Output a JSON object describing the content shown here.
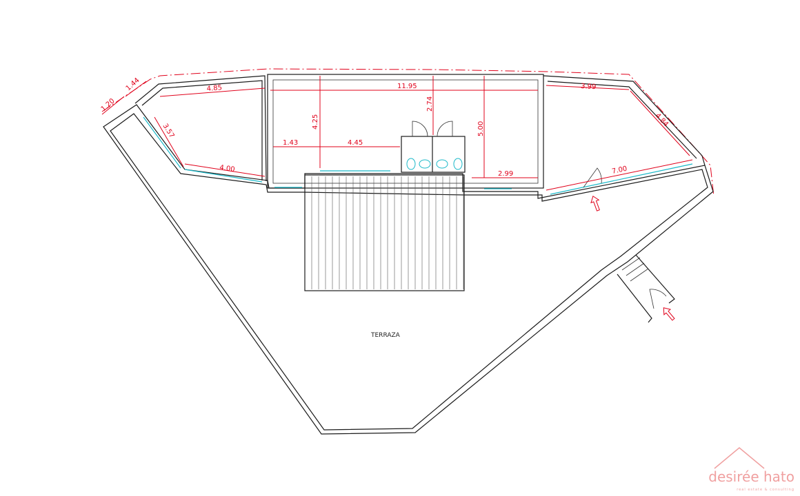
{
  "colors": {
    "wall": "#1a1a1a",
    "dimension": "#e0001a",
    "glass": "#19b8c8",
    "logo": "#f0a0a0",
    "background": "#ffffff"
  },
  "plan": {
    "terrace_label": "TERRAZA",
    "dimensions": {
      "d_120": "1.20",
      "d_144": "1.44",
      "d_485": "4.85",
      "d_357": "3.57",
      "d_400": "4.00",
      "d_1195": "11.95",
      "d_425": "4.25",
      "d_274": "2.74",
      "d_500": "5.00",
      "d_143": "1.43",
      "d_445": "4.45",
      "d_299": "2.99",
      "d_399": "3.99",
      "d_484": "4.84",
      "d_700": "7.00"
    },
    "icons": {
      "entrance_arrow": "entrance-arrow-icon",
      "door_swing": "door-swing-icon",
      "toilet": "toilet-icon"
    }
  },
  "logo": {
    "brand": "desirée hato",
    "tagline": "real estate & consulting",
    "icon": "house-roof-icon"
  }
}
